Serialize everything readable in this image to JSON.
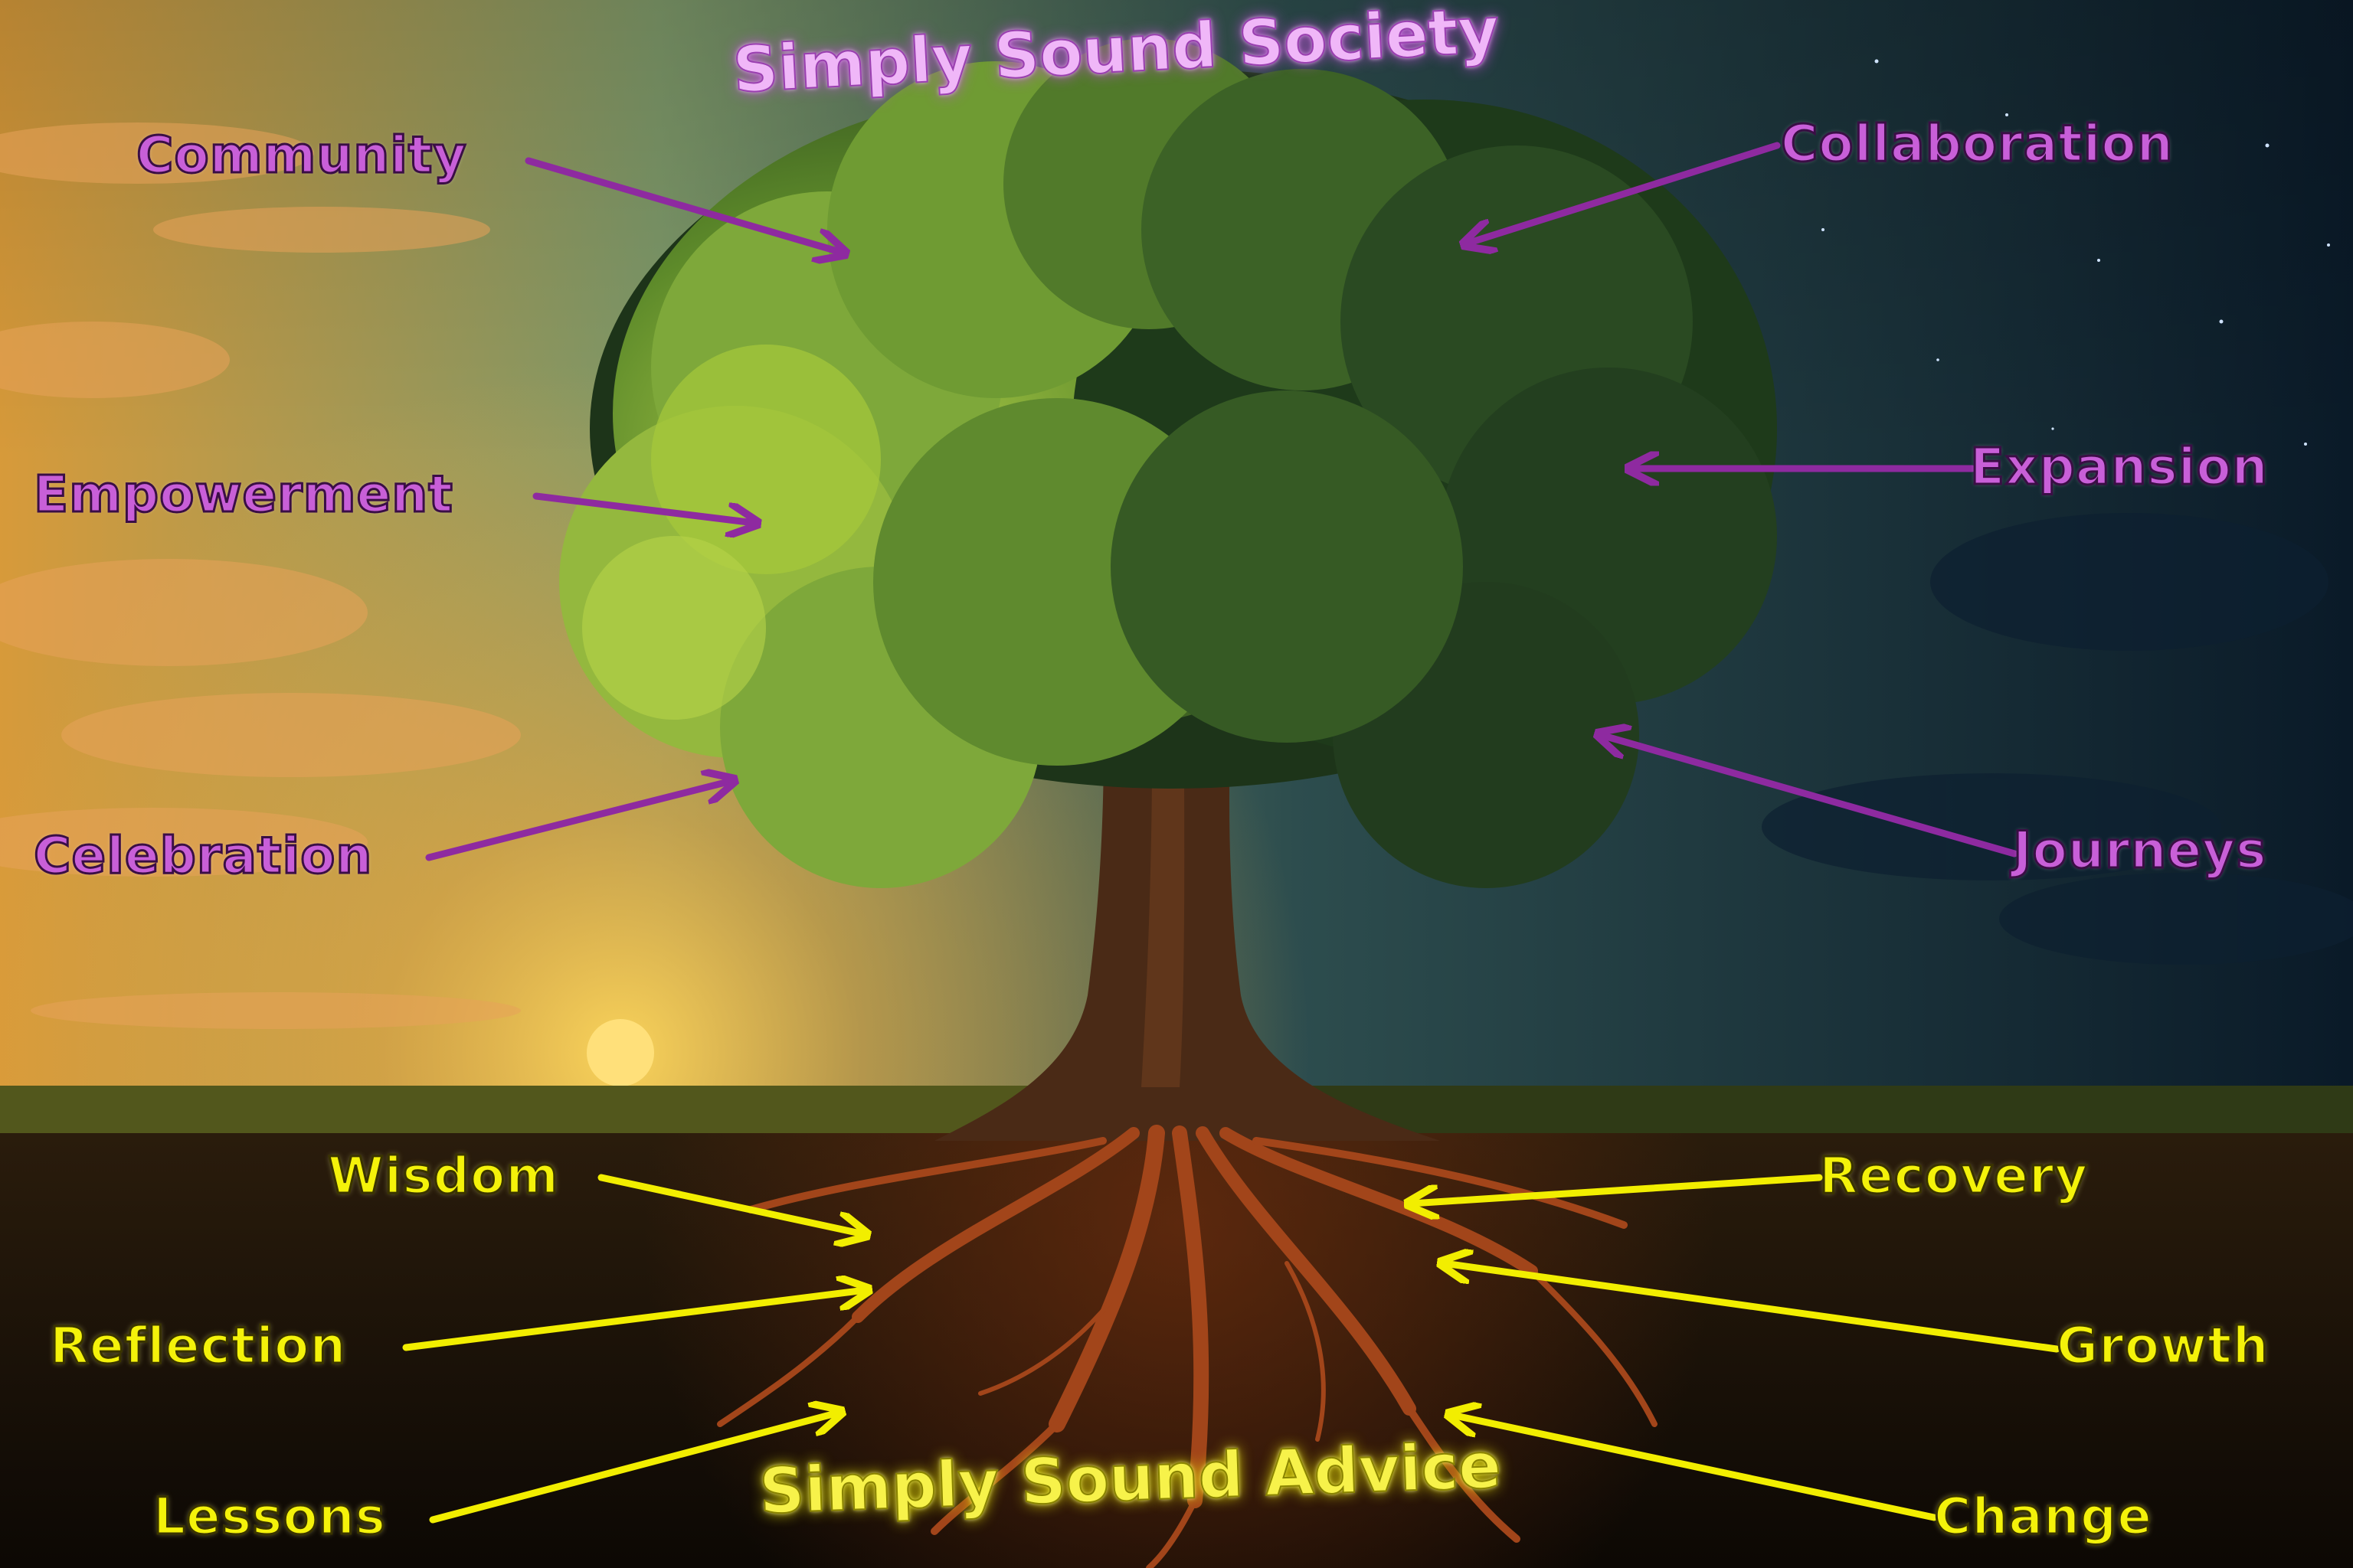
{
  "diagram": {
    "title_top": "Simply Sound Society",
    "title_bottom": "Simply Sound Advice",
    "canopy_labels": {
      "community": "Community",
      "empowerment": "Empowerment",
      "celebration": "Celebration",
      "collaboration": "Collaboration",
      "expansion": "Expansion",
      "journeys": "Journeys"
    },
    "root_labels": {
      "wisdom": "Wisdom",
      "reflection": "Reflection",
      "lessons": "Lessons",
      "recovery": "Recovery",
      "growth": "Growth",
      "change": "Change"
    }
  },
  "colors": {
    "canopy_label": "#c85fd8",
    "canopy_arrow": "#8e2aa0",
    "root_label": "#f4f20a",
    "root_arrow": "#f2ee00",
    "sky_day": "#f2b43a",
    "sky_night": "#0c2234",
    "foliage_light": "#a6c93a",
    "foliage_dark": "#1e3a1a",
    "trunk": "#4a2a16",
    "roots": "#a2451a",
    "soil": "#140c06"
  }
}
